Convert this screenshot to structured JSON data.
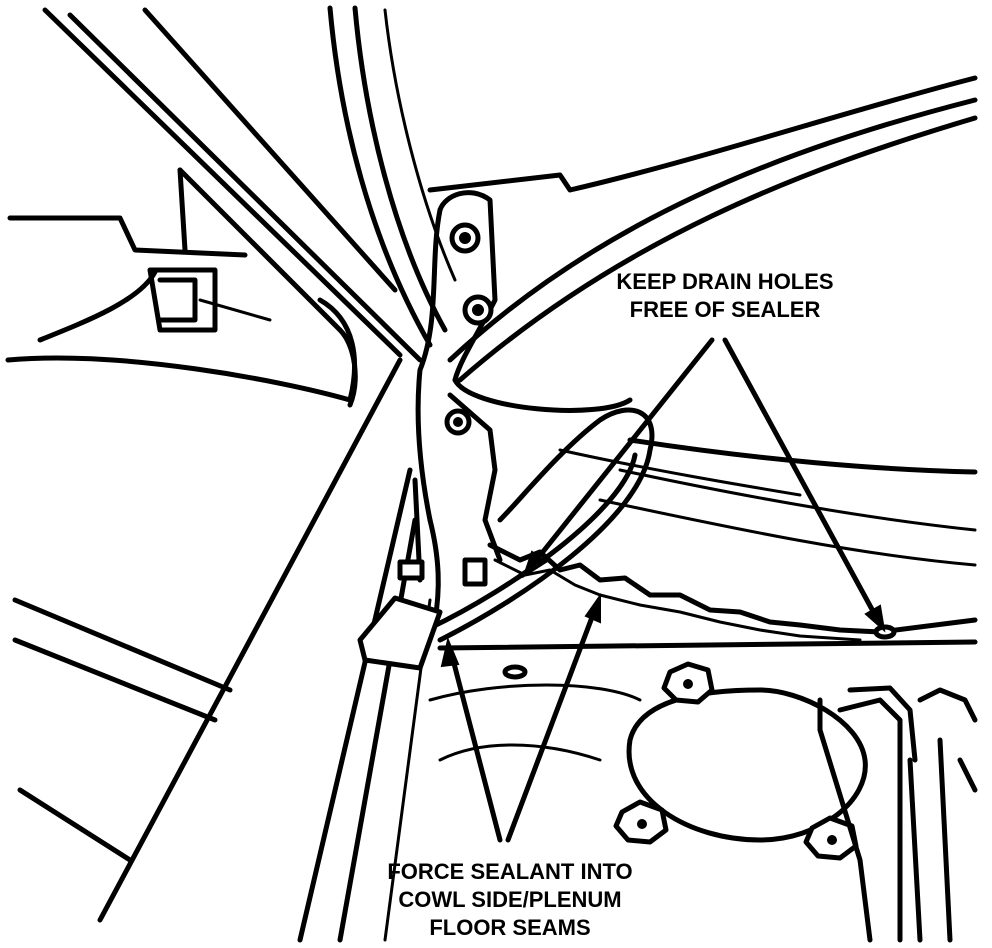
{
  "callouts": {
    "drain_holes": [
      "KEEP DRAIN HOLES",
      "FREE OF SEALER"
    ],
    "force_sealant": [
      "FORCE SEALANT INTO",
      "COWL SIDE/PLENUM",
      "FLOOR SEAMS"
    ]
  },
  "colors": {
    "ink": "#000000",
    "paper": "#ffffff"
  },
  "icons": [
    "leader-arrow",
    "bolt-head",
    "drain-hole"
  ]
}
